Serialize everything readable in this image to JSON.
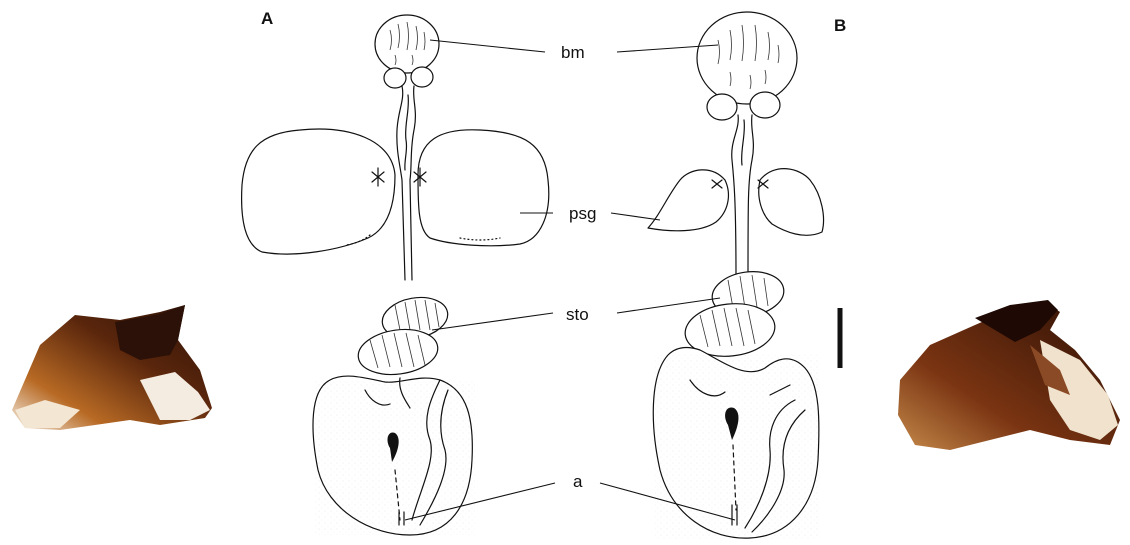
{
  "panels": {
    "left": "A",
    "right": "B"
  },
  "labels": {
    "bm": "bm",
    "psg": "psg",
    "sto": "sto",
    "a": "a"
  },
  "icons": {
    "left_photo": "mandible-photo-icon",
    "right_photo": "mandible-photo-icon",
    "scale_bar": "scale-bar-icon"
  },
  "colors": {
    "ink": "#111111",
    "mandible_dark": "#3a1606",
    "mandible_mid": "#8a3f12",
    "mandible_light": "#f3e6d3"
  }
}
